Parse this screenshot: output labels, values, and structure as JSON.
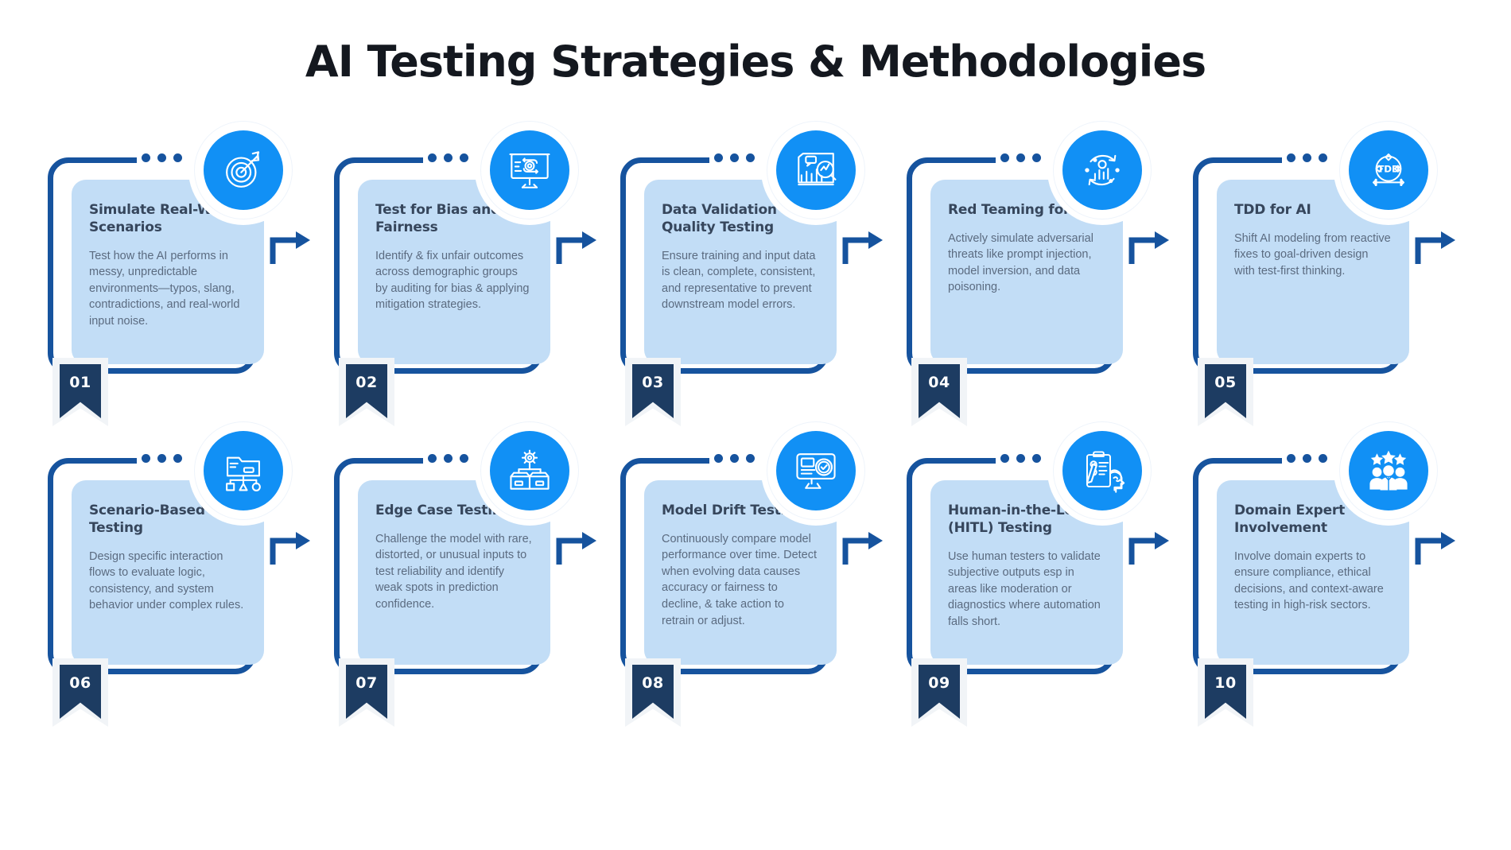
{
  "header": {
    "title": "AI Testing Strategies & Methodologies"
  },
  "theme": {
    "accent_blue": "#1190f5",
    "outline_navy": "#16539e",
    "panel_blue": "#c2ddf6",
    "badge_navy": "#1d3c62",
    "heading_color": "#36465c",
    "body_color": "#5b6b80",
    "background": "#ffffff"
  },
  "cards": [
    {
      "number": "01",
      "title": "Simulate Real-World Scenarios",
      "body": "Test how the AI performs in messy, unpredictable environments—typos, slang, contradictions, and real-world input noise.",
      "icon": "target-arrow-icon"
    },
    {
      "number": "02",
      "title": "Test for Bias and Fairness",
      "body": "Identify & fix unfair outcomes across demographic groups by auditing for bias & applying mitigation strategies.",
      "icon": "presentation-settings-icon"
    },
    {
      "number": "03",
      "title": "Data Validation & Quality Testing",
      "body": "Ensure training and input data is clean, complete, consistent, and representative to prevent downstream model errors.",
      "icon": "chart-magnifier-icon"
    },
    {
      "number": "04",
      "title": "Red Teaming for AI",
      "body": "Actively simulate adversarial threats like prompt injection, model inversion, and data poisoning.",
      "icon": "analytics-cycle-icon"
    },
    {
      "number": "05",
      "title": "TDD for AI",
      "body": "Shift AI modeling from reactive fixes to goal-driven design with test-first thinking.",
      "icon": "tdd-cycle-icon"
    },
    {
      "number": "06",
      "title": "Scenario-Based Testing",
      "body": "Design specific interaction flows to evaluate logic, consistency, and system behavior under complex rules.",
      "icon": "flowchart-folder-icon"
    },
    {
      "number": "07",
      "title": "Edge Case Testing",
      "body": "Challenge the model with rare, distorted, or unusual inputs to test reliability and identify weak spots in prediction confidence.",
      "icon": "gear-boxes-icon"
    },
    {
      "number": "08",
      "title": "Model Drift Testing",
      "body": "Continuously compare model performance over time. Detect when evolving data causes accuracy or fairness to decline, & take action to retrain or adjust.",
      "icon": "monitor-check-icon"
    },
    {
      "number": "09",
      "title": "Human-in-the-Loop (HITL) Testing",
      "body": "Use human testers to validate subjective outputs esp in areas like moderation or diagnostics where automation falls short.",
      "icon": "clipboard-brain-icon"
    },
    {
      "number": "10",
      "title": "Domain Expert Involvement",
      "body": "Involve domain experts to ensure compliance, ethical decisions, and context-aware testing in high-risk sectors.",
      "icon": "expert-team-stars-icon"
    }
  ]
}
